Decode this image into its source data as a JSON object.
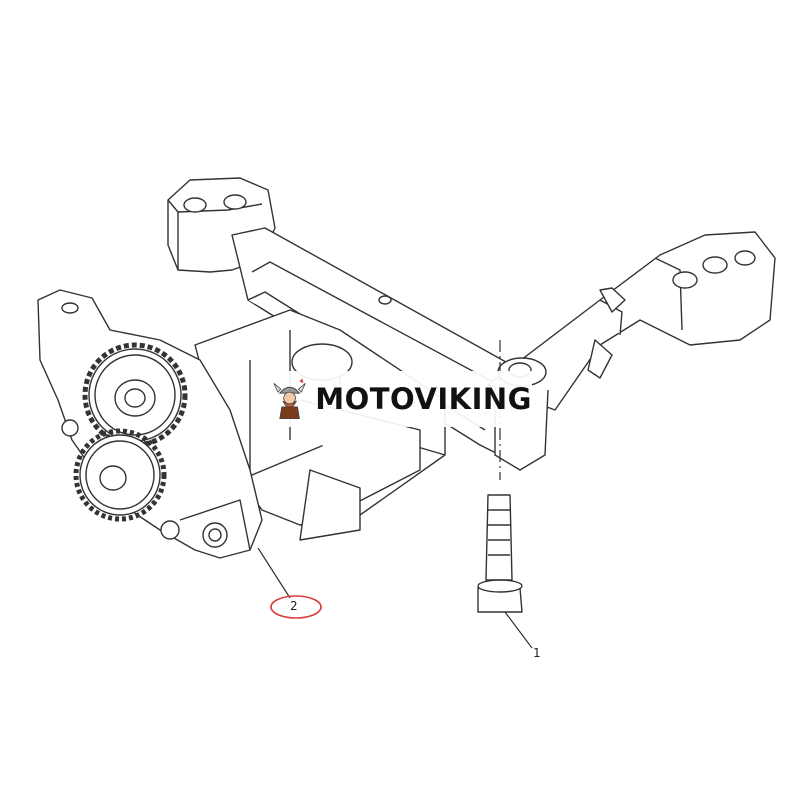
{
  "watermark": {
    "brand": "MOTOVIKING",
    "logo_icon": "viking-mascot-icon"
  },
  "callouts": [
    {
      "id": "2",
      "label": "2",
      "target": "oil-pump-assembly",
      "highlighted": true
    },
    {
      "id": "1",
      "label": "1",
      "target": "flange-bolt",
      "highlighted": false
    }
  ],
  "colors": {
    "line": "#333333",
    "highlight_ring": "#d93a3a",
    "background": "#ffffff"
  }
}
